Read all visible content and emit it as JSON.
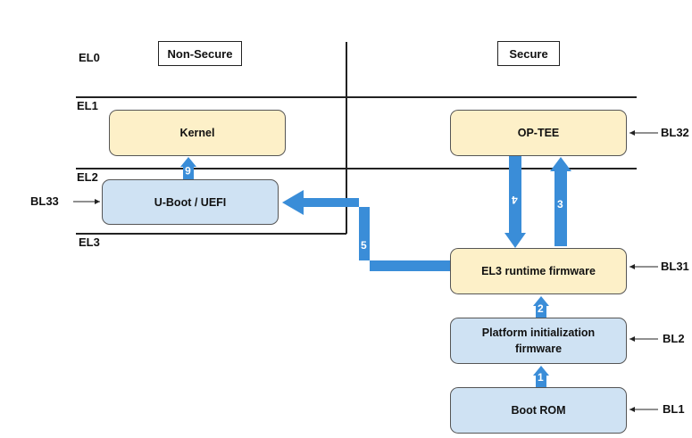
{
  "headers": {
    "non_secure": "Non-Secure",
    "secure": "Secure"
  },
  "levels": {
    "el0": "EL0",
    "el1": "EL1",
    "el2": "EL2",
    "el3": "EL3"
  },
  "boxes": {
    "kernel": "Kernel",
    "uboot": "U-Boot / UEFI",
    "optee": "OP-TEE",
    "el3_fw": "EL3 runtime firmware",
    "platform_init": "Platform initialization\nfirmware",
    "boot_rom": "Boot ROM"
  },
  "side_labels": {
    "bl33": "BL33",
    "bl32": "BL32",
    "bl31": "BL31",
    "bl2": "BL2",
    "bl1": "BL1"
  },
  "steps": {
    "s1": "1",
    "s2": "2",
    "s3": "3",
    "s4": "4",
    "s5": "5",
    "s6": "6"
  },
  "colors": {
    "arrow": "#3a8dd8",
    "secure_box": "#fdf0c8",
    "nonsecure_box": "#cfe2f3"
  }
}
